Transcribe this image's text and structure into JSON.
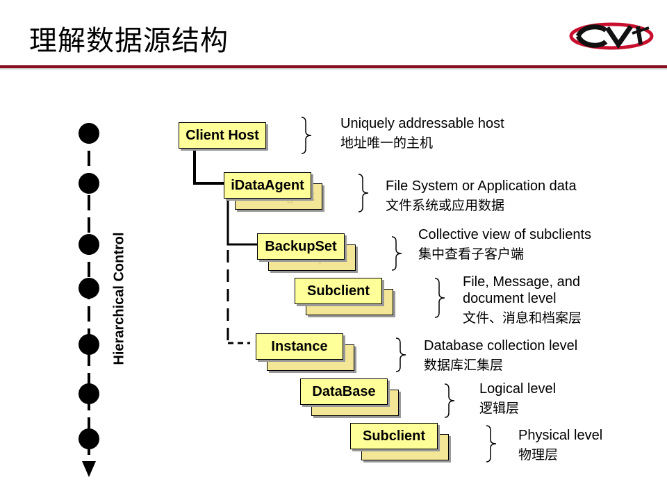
{
  "slide": {
    "title": "理解数据源结构",
    "axis_label": "Hierarchical Control"
  },
  "nodes": [
    {
      "label": "Client Host",
      "desc_en": "Uniquely addressable host",
      "desc_cn": "地址唯一的主机"
    },
    {
      "label": "iDataAgent",
      "desc_en": "File System or Application data",
      "desc_cn": "文件系统或应用数据"
    },
    {
      "label": "BackupSet",
      "desc_en": "Collective view of subclients",
      "desc_cn": "集中查看子客户端"
    },
    {
      "label": "Subclient",
      "desc_en": "File, Message, and\ndocument level",
      "desc_cn": "文件、消息和档案层"
    },
    {
      "label": "Instance",
      "desc_en": "Database collection level",
      "desc_cn": "数据库汇集层"
    },
    {
      "label": "DataBase",
      "desc_en": "Logical level",
      "desc_cn": "逻辑层"
    },
    {
      "label": "Subclient",
      "desc_en": "Physical level",
      "desc_cn": "物理层"
    }
  ],
  "colors": {
    "box_fill": "#ffff99",
    "title_rule": "#8a1020",
    "logo_red": "#c8102e"
  }
}
